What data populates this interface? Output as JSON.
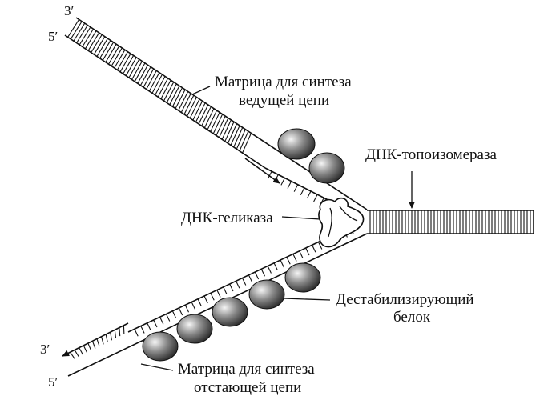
{
  "labels": {
    "leading_template_line1": "Матрица для синтеза",
    "leading_template_line2": "ведущей цепи",
    "topoisomerase": "ДНК-топоизомераза",
    "helicase": "ДНК-геликаза",
    "ssb_line1": "Дестабилизирующий",
    "ssb_line2": "белок",
    "lagging_template_line1": "Матрица для синтеза",
    "lagging_template_line2": "отстающей цепи"
  },
  "strand_ends": {
    "top_3prime": "3′",
    "top_5prime": "5′",
    "bottom_3prime": "3′",
    "bottom_5prime": "5′"
  },
  "colors": {
    "ink": "#111111",
    "protein_dark": "#2a2a2a",
    "protein_light": "#f5f5f5"
  }
}
